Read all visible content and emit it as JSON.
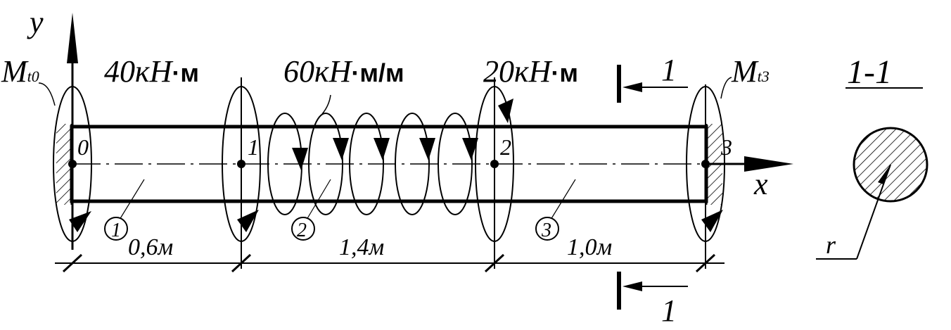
{
  "axes": {
    "y": "y",
    "x": "x"
  },
  "moments": {
    "mt0": {
      "main": "M",
      "sub": "t0"
    },
    "mt3": {
      "main": "M",
      "sub": "t3"
    },
    "m1": {
      "value": "40кН",
      "unit": "·м"
    },
    "distributed": {
      "value": "60кН",
      "unit": "·м/м"
    },
    "m2": {
      "value": "20кН",
      "unit": "·м"
    }
  },
  "points": [
    "0",
    "1",
    "2",
    "3"
  ],
  "segments": [
    "1",
    "2",
    "3"
  ],
  "lengths": [
    "0,6м",
    "1,4м",
    "1,0м"
  ],
  "section": {
    "top_mark": "1",
    "bottom_mark": "1",
    "title": "1-1",
    "radius_label": "r"
  }
}
